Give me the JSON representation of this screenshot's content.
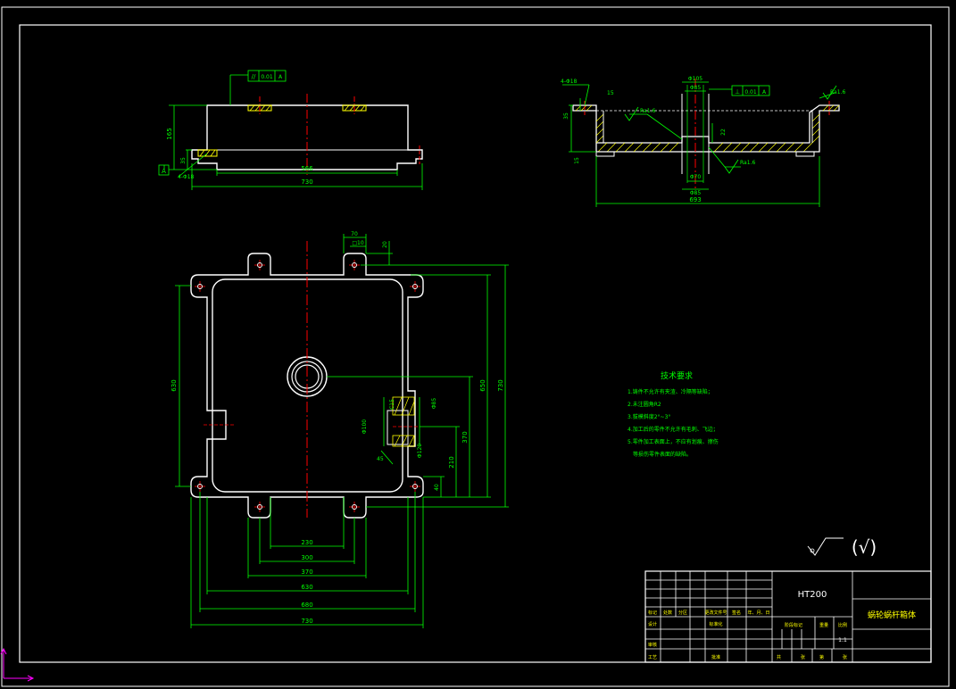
{
  "colors": {
    "background": "#000000",
    "outline": "#ffffff",
    "dimension": "#00ff00",
    "centerline": "#ff0000",
    "hatch": "#ffff00",
    "axis_x": "#ff00ff"
  },
  "top_view": {
    "tolerance_frame": [
      "//",
      "0.01",
      "A"
    ],
    "dims": {
      "height_total": "165",
      "left_small": "35",
      "datum": "A",
      "holes": "4-Φ18",
      "base_inner": "566",
      "overall": "730"
    }
  },
  "right_view": {
    "holes": "4-Φ18",
    "dim_15": "15",
    "dim_35": "35",
    "dim_phi105": "Φ105",
    "dim_phi85": "Φ85",
    "tolerance_frame": [
      "⊥",
      "0.01",
      "A"
    ],
    "rough_1": "Ra1.6",
    "rough_2": "Ra1.6",
    "rough_3": "Ra1.6",
    "dim_22": "22",
    "dim_phi70": "Φ70",
    "dim_phi85b": "Φ85",
    "overall": "693",
    "dim_15b": "15"
  },
  "plan_view": {
    "dims": {
      "d70": "70",
      "d10": "□10",
      "d20": "20",
      "left_height": "630",
      "right_inner": "650",
      "right_overall": "730",
      "d370v": "370",
      "d210v": "210",
      "d40v": "40",
      "c15": "C15",
      "phi85": "Φ85",
      "phi100": "Φ100",
      "phi120": "Φ120",
      "d45": "45",
      "b230": "230",
      "b300": "300",
      "b370": "370",
      "b630": "630",
      "b680": "680",
      "b730": "730"
    }
  },
  "technical_requirements": {
    "title": "技术要求",
    "items": [
      "1.铸件不允许有夹渣、冷隔等缺陷；",
      "2.未注圆角R2",
      "3.拔模斜度2°~3°",
      "4.加工后的零件不允许有毛刺、飞边；",
      "5.零件加工表面上，不应有划痕、擦伤",
      "等损伤零件表面的缺陷。"
    ]
  },
  "roughness_note": {
    "symbol": "√",
    "paren": "(√)"
  },
  "title_block": {
    "material": "HT200",
    "part_name": "蜗轮蜗杆箱体",
    "scale": "1:1",
    "row_labels": [
      "标记",
      "处数",
      "分区",
      "更改文件号",
      "签名",
      "年、月、日"
    ],
    "design": "设计",
    "standardize": "标准化",
    "review": "审核",
    "process": "工艺",
    "approve": "批准",
    "stage_mark": "阶段标记",
    "weight": "重量",
    "ratio": "比例",
    "sheets": [
      "共",
      "张",
      "第",
      "张"
    ]
  }
}
